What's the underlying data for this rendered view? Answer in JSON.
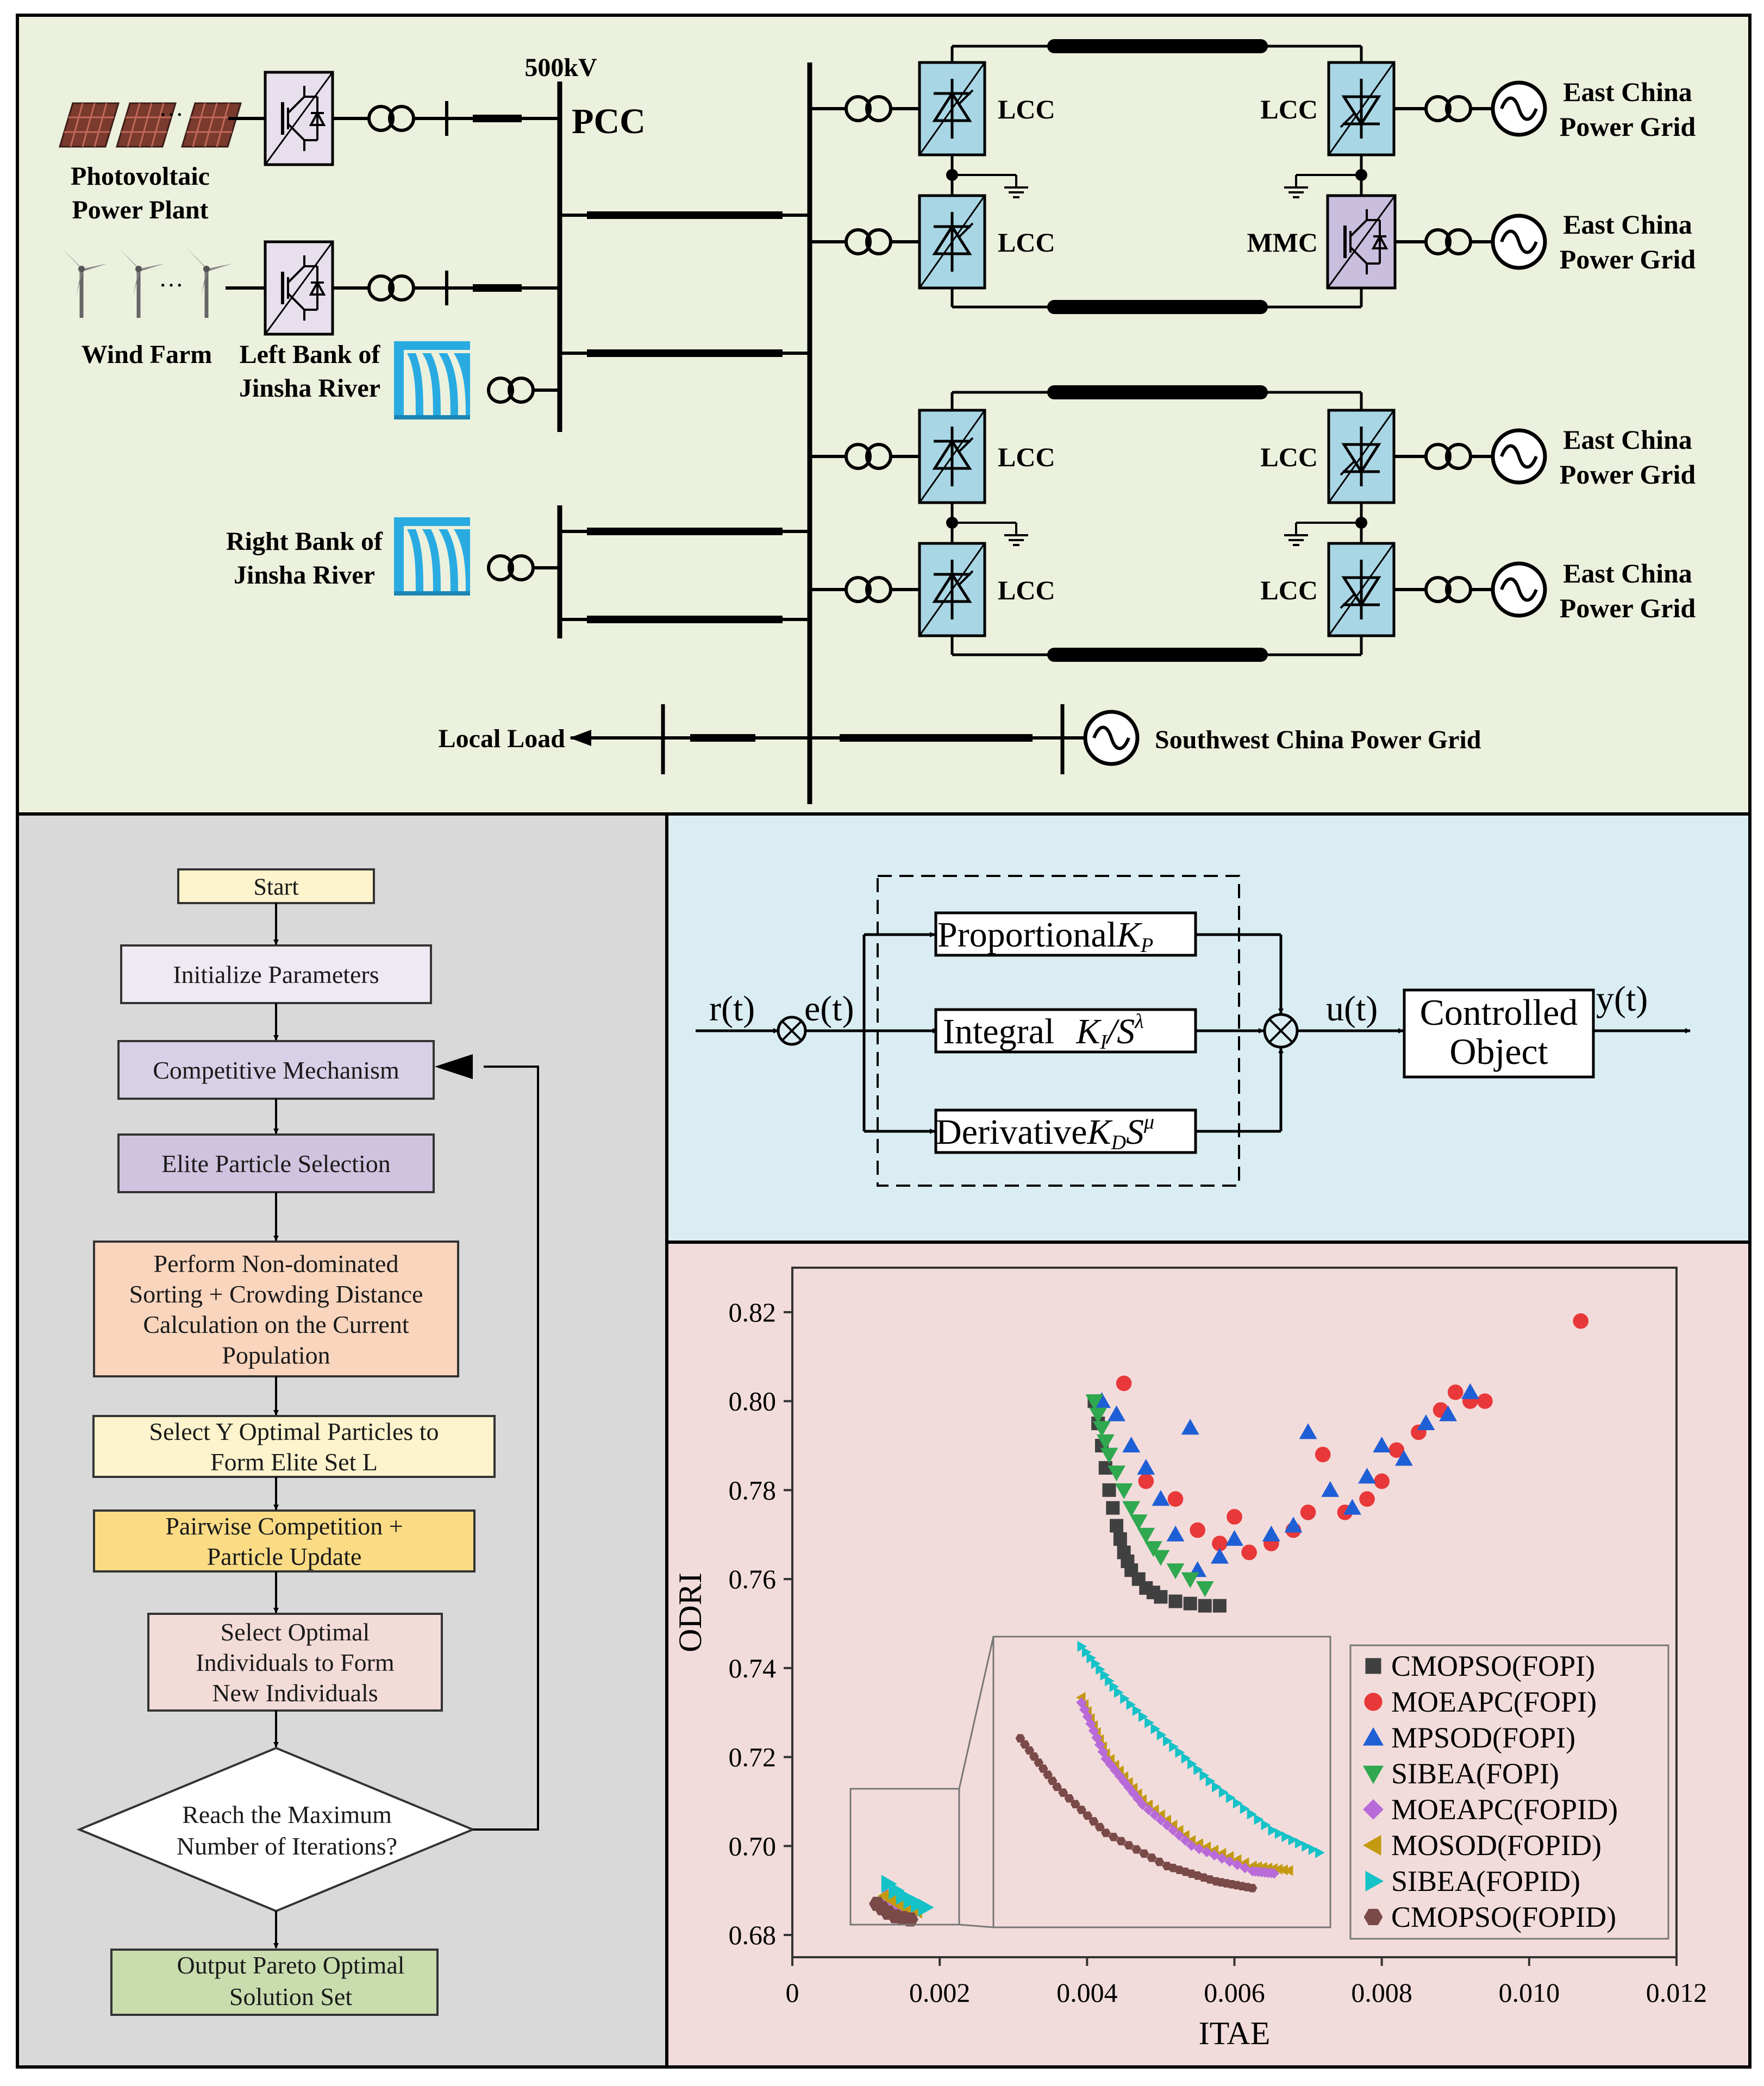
{
  "grid": {
    "bus_voltage": "500kV",
    "pcc": "PCC",
    "sources": {
      "pv_line1": "Photovoltaic",
      "pv_line2": "Power Plant",
      "wind": "Wind Farm",
      "left_bank_line1": "Left Bank of",
      "left_bank_line2": "Jinsha River",
      "right_bank_line1": "Right Bank of",
      "right_bank_line2": "Jinsha River"
    },
    "converters": {
      "lcc": "LCC",
      "mmc": "MMC"
    },
    "destination_line1": "East China",
    "destination_line2": "Power Grid",
    "local_load": "Local Load",
    "southwest_grid": "Southwest China Power Grid",
    "pv_dots": "···",
    "wind_dots": "···"
  },
  "flowchart": {
    "start": "Start",
    "init": "Initialize Parameters",
    "competitive": "Competitive Mechanism",
    "elite": "Elite Particle Selection",
    "sorting": [
      "Perform Non-dominated",
      "Sorting + Crowding Distance",
      "Calculation on the Current",
      "Population"
    ],
    "select_y": [
      "Select Y Optimal Particles to",
      "Form Elite Set L"
    ],
    "pairwise": [
      "Pairwise Competition +",
      "Particle Update"
    ],
    "select_opt": [
      "Select Optimal",
      "Individuals to Form",
      "New Individuals"
    ],
    "decision": [
      "Reach the Maximum",
      "Number of Iterations?"
    ],
    "output": [
      "Output Pareto Optimal",
      "Solution Set"
    ],
    "colors": {
      "start": "#fdf3cc",
      "init": "#efe9f3",
      "competitive": "#d8d0e6",
      "elite": "#cfc3df",
      "sorting": "#f9d5bd",
      "select_y": "#fdf3cc",
      "pairwise": "#fbdc85",
      "select_opt": "#f3dcd8",
      "output": "#c9dcae"
    }
  },
  "controller": {
    "r": "r(t)",
    "e": "e(t)",
    "proportional": "Proportional",
    "kp": "K",
    "kp_sub": "P",
    "integral": "Integral",
    "ki": "K",
    "ki_sub": "I",
    "ki_over": "/S",
    "ki_sup": "λ",
    "derivative": "Derivative",
    "kd": "K",
    "kd_sub": "D",
    "kd_s": "S",
    "kd_sup": "μ",
    "u": "u(t)",
    "object_line1": "Controlled",
    "object_line2": "Object",
    "y": "y(t)"
  },
  "chart_data": {
    "type": "scatter",
    "xlabel": "ITAE",
    "ylabel": "ODRI",
    "xlim": [
      0,
      0.012
    ],
    "ylim": [
      0.675,
      0.83
    ],
    "xticks": [
      "0",
      "0.002",
      "0.004",
      "0.006",
      "0.008",
      "0.010",
      "0.012"
    ],
    "yticks": [
      "0.68",
      "0.70",
      "0.72",
      "0.74",
      "0.76",
      "0.78",
      "0.80",
      "0.82"
    ],
    "legend_position": "bottom-right",
    "series": [
      {
        "name": "CMOPSO(FOPI)",
        "marker": "square",
        "color": "#404040",
        "points": [
          [
            0.0041,
            0.8
          ],
          [
            0.00415,
            0.795
          ],
          [
            0.0042,
            0.79
          ],
          [
            0.00425,
            0.785
          ],
          [
            0.0043,
            0.78
          ],
          [
            0.00435,
            0.776
          ],
          [
            0.0044,
            0.772
          ],
          [
            0.00445,
            0.769
          ],
          [
            0.0045,
            0.766
          ],
          [
            0.00455,
            0.764
          ],
          [
            0.0046,
            0.762
          ],
          [
            0.0047,
            0.76
          ],
          [
            0.0048,
            0.758
          ],
          [
            0.0049,
            0.757
          ],
          [
            0.005,
            0.756
          ],
          [
            0.0052,
            0.755
          ],
          [
            0.0054,
            0.7545
          ],
          [
            0.0056,
            0.754
          ],
          [
            0.0058,
            0.754
          ]
        ]
      },
      {
        "name": "MOEAPC(FOPI)",
        "marker": "circle",
        "color": "#e8383a",
        "points": [
          [
            0.0045,
            0.804
          ],
          [
            0.0048,
            0.782
          ],
          [
            0.0052,
            0.778
          ],
          [
            0.0055,
            0.771
          ],
          [
            0.0058,
            0.768
          ],
          [
            0.006,
            0.774
          ],
          [
            0.0062,
            0.766
          ],
          [
            0.0065,
            0.768
          ],
          [
            0.0068,
            0.771
          ],
          [
            0.007,
            0.775
          ],
          [
            0.0072,
            0.788
          ],
          [
            0.0075,
            0.775
          ],
          [
            0.0078,
            0.778
          ],
          [
            0.008,
            0.782
          ],
          [
            0.0082,
            0.789
          ],
          [
            0.0085,
            0.793
          ],
          [
            0.0088,
            0.798
          ],
          [
            0.009,
            0.802
          ],
          [
            0.0092,
            0.8
          ],
          [
            0.0094,
            0.8
          ],
          [
            0.0107,
            0.818
          ]
        ]
      },
      {
        "name": "MPSOD(FOPI)",
        "marker": "triangle-up",
        "color": "#1f5fd6",
        "points": [
          [
            0.0042,
            0.8
          ],
          [
            0.0044,
            0.797
          ],
          [
            0.0046,
            0.79
          ],
          [
            0.0048,
            0.785
          ],
          [
            0.005,
            0.778
          ],
          [
            0.0052,
            0.77
          ],
          [
            0.0054,
            0.794
          ],
          [
            0.0055,
            0.762
          ],
          [
            0.0058,
            0.765
          ],
          [
            0.006,
            0.769
          ],
          [
            0.0065,
            0.77
          ],
          [
            0.0068,
            0.772
          ],
          [
            0.007,
            0.793
          ],
          [
            0.0073,
            0.78
          ],
          [
            0.0076,
            0.776
          ],
          [
            0.0078,
            0.783
          ],
          [
            0.008,
            0.79
          ],
          [
            0.0083,
            0.787
          ],
          [
            0.0086,
            0.795
          ],
          [
            0.0089,
            0.797
          ],
          [
            0.0092,
            0.802
          ]
        ]
      },
      {
        "name": "SIBEA(FOPI)",
        "marker": "triangle-down",
        "color": "#2fa84f",
        "points": [
          [
            0.0041,
            0.8
          ],
          [
            0.00415,
            0.797
          ],
          [
            0.0042,
            0.794
          ],
          [
            0.00425,
            0.791
          ],
          [
            0.0043,
            0.788
          ],
          [
            0.0044,
            0.784
          ],
          [
            0.0045,
            0.78
          ],
          [
            0.0046,
            0.776
          ],
          [
            0.0047,
            0.773
          ],
          [
            0.0048,
            0.77
          ],
          [
            0.0049,
            0.767
          ],
          [
            0.005,
            0.765
          ],
          [
            0.0052,
            0.762
          ],
          [
            0.0054,
            0.76
          ],
          [
            0.0056,
            0.758
          ]
        ]
      },
      {
        "name": "MOEAPC(FOPID)",
        "marker": "diamond",
        "color": "#b86bd8",
        "points": [
          [
            0.00128,
            0.6885
          ],
          [
            0.00135,
            0.6875
          ],
          [
            0.00145,
            0.6865
          ],
          [
            0.00155,
            0.686
          ],
          [
            0.00165,
            0.6855
          ]
        ]
      },
      {
        "name": "MOSOD(FOPID)",
        "marker": "triangle-left",
        "color": "#c49a10",
        "points": [
          [
            0.00128,
            0.6888
          ],
          [
            0.00137,
            0.6878
          ],
          [
            0.00147,
            0.6868
          ],
          [
            0.00157,
            0.6862
          ],
          [
            0.00167,
            0.6857
          ]
        ]
      },
      {
        "name": "SIBEA(FOPID)",
        "marker": "triangle-right",
        "color": "#14c2c8",
        "points": [
          [
            0.0013,
            0.6915
          ],
          [
            0.0014,
            0.69
          ],
          [
            0.0015,
            0.6888
          ],
          [
            0.0016,
            0.6878
          ],
          [
            0.0017,
            0.687
          ],
          [
            0.0018,
            0.6862
          ]
        ]
      },
      {
        "name": "CMOPSO(FOPID)",
        "marker": "hexagon",
        "color": "#7a4a48",
        "points": [
          [
            0.00115,
            0.687
          ],
          [
            0.00122,
            0.686
          ],
          [
            0.0013,
            0.685
          ],
          [
            0.0014,
            0.6842
          ],
          [
            0.0015,
            0.6838
          ],
          [
            0.0016,
            0.6835
          ]
        ]
      }
    ],
    "inset": {
      "curves": [
        {
          "series": "SIBEA(FOPID)",
          "points": [
            [
              0.0,
              0.0
            ],
            [
              0.15,
              0.18
            ],
            [
              0.35,
              0.37
            ],
            [
              0.55,
              0.55
            ],
            [
              0.78,
              0.72
            ],
            [
              1.0,
              0.82
            ]
          ]
        },
        {
          "series": "MOSOD(FOPID)",
          "points": [
            [
              0.0,
              0.2
            ],
            [
              0.1,
              0.42
            ],
            [
              0.25,
              0.6
            ],
            [
              0.45,
              0.76
            ],
            [
              0.7,
              0.86
            ],
            [
              0.87,
              0.88
            ]
          ]
        },
        {
          "series": "MOEAPC(FOPID)",
          "points": [
            [
              0.0,
              0.22
            ],
            [
              0.1,
              0.44
            ],
            [
              0.25,
              0.62
            ],
            [
              0.45,
              0.78
            ],
            [
              0.7,
              0.88
            ],
            [
              0.8,
              0.89
            ]
          ]
        },
        {
          "series": "CMOPSO(FOPID)",
          "points": [
            [
              -0.25,
              0.36
            ],
            [
              -0.1,
              0.55
            ],
            [
              0.1,
              0.73
            ],
            [
              0.35,
              0.86
            ],
            [
              0.55,
              0.92
            ],
            [
              0.72,
              0.95
            ]
          ]
        }
      ]
    }
  }
}
